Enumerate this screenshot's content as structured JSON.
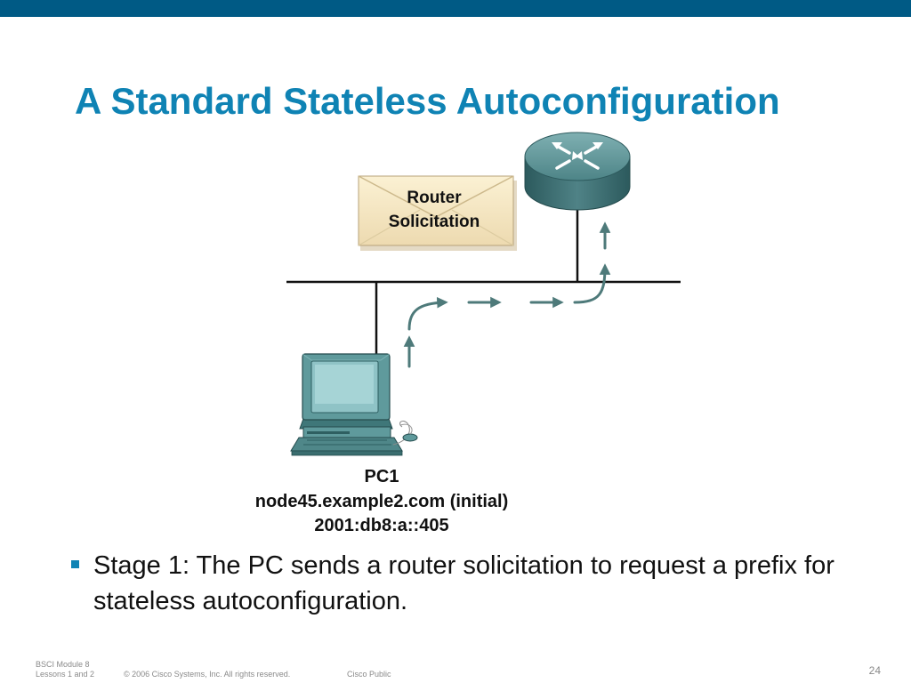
{
  "title": "A Standard Stateless Autoconfiguration",
  "envelope": {
    "line1": "Router",
    "line2": "Solicitation"
  },
  "pc": {
    "name": "PC1",
    "hostname": "node45.example2.com (initial)",
    "address": "2001:db8:a::405"
  },
  "bullets": [
    {
      "text": "Stage 1: The PC sends a router solicitation to request a prefix for stateless autoconfiguration."
    }
  ],
  "footer": {
    "course_line1": "BSCI Module 8",
    "course_line2": "Lessons 1 and 2",
    "copyright": "© 2006 Cisco Systems, Inc. All rights reserved.",
    "classification": "Cisco Public",
    "page": "24"
  },
  "colors": {
    "top_bar": "#005a85",
    "title": "#0f83b4",
    "bullet": "#0f83b4",
    "arrow": "#4e7a7a",
    "router": "#3a6b6e",
    "pc": "#5f9a9c",
    "envelope": "#f3e4b9"
  },
  "icons": {
    "router": "router-icon",
    "pc": "desktop-pc-icon",
    "envelope": "envelope-icon"
  }
}
